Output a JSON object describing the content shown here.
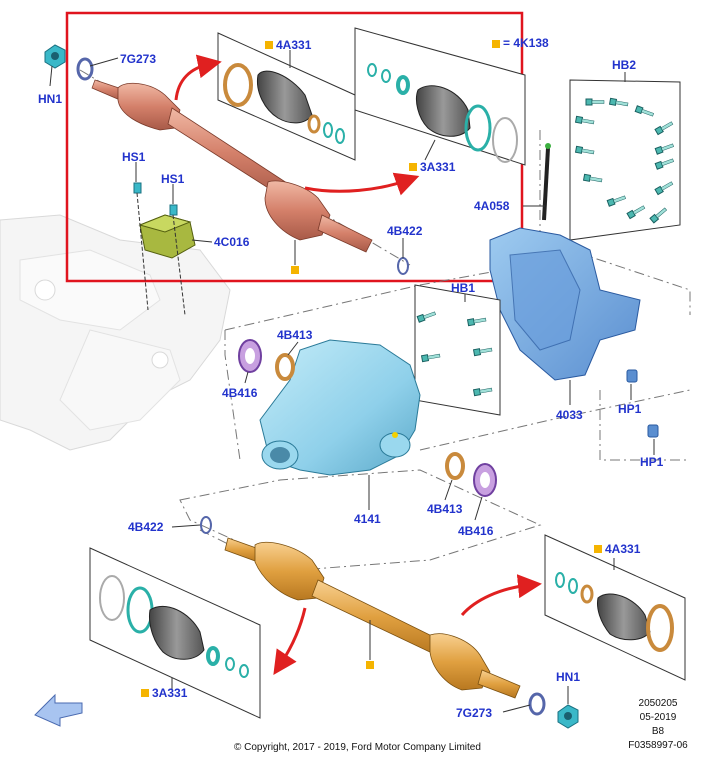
{
  "legend": {
    "marker_text": "= 4K138"
  },
  "labels": {
    "hn1_top": "HN1",
    "g7273_top": "7G273",
    "a4331_top": "4A331",
    "a3331_top": "3A331",
    "hs1_a": "HS1",
    "hs1_b": "HS1",
    "c4016": "4C016",
    "b4422_top": "4B422",
    "a4058": "4A058",
    "hb2": "HB2",
    "hb1": "HB1",
    "b4413_left": "4B413",
    "b4416_left": "4B416",
    "n4141": "4141",
    "b4413_right": "4B413",
    "b4416_right": "4B416",
    "n4033": "4033",
    "hp1_a": "HP1",
    "hp1_b": "HP1",
    "b4422_bottom": "4B422",
    "a4331_bottom": "4A331",
    "a3331_bottom": "3A331",
    "hn1_bottom": "HN1",
    "g7273_bottom": "7G273"
  },
  "meta": {
    "line1": "2050205",
    "line2": "05-2019",
    "line3": "B8",
    "line4": "F0358997-06"
  },
  "copyright": "© Copyright, 2017 - 2019, Ford Motor Company Limited",
  "colors": {
    "highlight_frame": "#e0141e",
    "label_text": "#2233cc",
    "marker": "#f5b400",
    "halfshaft_top": "#d4806a",
    "halfshaft_bottom": "#e0a040",
    "housing": "#8fd0ea",
    "bracket": "#b8dcf2",
    "bolt": "#4cb8b0",
    "boot": "#666666",
    "seal_ring": "#c98a3c",
    "oring": "#2ab0a8",
    "arrow": "#e02020"
  }
}
